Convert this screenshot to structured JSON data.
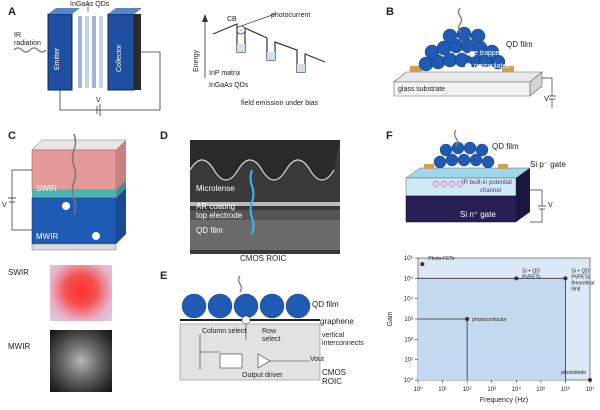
{
  "panels": {
    "a": {
      "letter": "A",
      "qd_label": "InGaAs QDs",
      "ir_label": "IR\nradiation",
      "emitter": "Emitter",
      "collector": "Collector",
      "bias": "V",
      "energy_axis": "Energy",
      "cb_label": "CB",
      "photocurrent": "photocurrent",
      "matrix": "InP matrix",
      "qds": "InGaAs QDs",
      "caption": "field emission under bias"
    },
    "b": {
      "letter": "B",
      "film": "QD film",
      "trapped": "e trapped",
      "recirc": "h recirculates",
      "substrate": "glass substrate",
      "bias": "V"
    },
    "c": {
      "letter": "C",
      "swir": "SWIR",
      "mwir": "MWIR",
      "bias": "V",
      "img_swir": "SWIR",
      "img_mwir": "MWIR"
    },
    "d": {
      "letter": "D",
      "microlense": "Microlense",
      "ar": "AR coating",
      "top": "top electrode",
      "film": "QD film",
      "roic": "CMOS ROIC"
    },
    "e": {
      "letter": "E",
      "film": "QD film",
      "graphene": "graphene",
      "column": "Column select",
      "row": "Row\nselect",
      "vertical": "vertical\ninterconnects",
      "vout": "Vout",
      "driver": "Output driver",
      "cmos": "CMOS\nROIC"
    },
    "f": {
      "letter": "F",
      "film": "QD film",
      "gate_top": "Si p⁻ gate",
      "builtin": "IR built-in potential",
      "channel": "channel",
      "gate_bottom": "Si n⁺ gate",
      "bias": "V"
    }
  },
  "chart_data": {
    "type": "scatter",
    "xlabel": "Frequency (Hz)",
    "ylabel": "Gain",
    "x_scale": "log",
    "y_scale": "log",
    "xlim": [
      1,
      10000000
    ],
    "ylim": [
      1,
      1000000
    ],
    "x_ticks": [
      "10⁰",
      "10¹",
      "10²",
      "10³",
      "10⁴",
      "10⁵",
      "10⁶",
      "10⁷"
    ],
    "y_ticks": [
      "10⁰",
      "10¹",
      "10²",
      "10³",
      "10⁴",
      "10⁵",
      "10⁶"
    ],
    "points": [
      {
        "label": "Photo-FETs",
        "x": 1.5,
        "y": 500000
      },
      {
        "label": "Si + QD\nPVFETs",
        "x": 10000,
        "y": 100000
      },
      {
        "label": "Si + QD\nPVFETs\ntheoretical\nlimit",
        "x": 1000000,
        "y": 100000
      },
      {
        "label": "photoconductor",
        "x": 100,
        "y": 1000
      },
      {
        "label": "photodiode",
        "x": 10000000,
        "y": 1
      }
    ]
  }
}
